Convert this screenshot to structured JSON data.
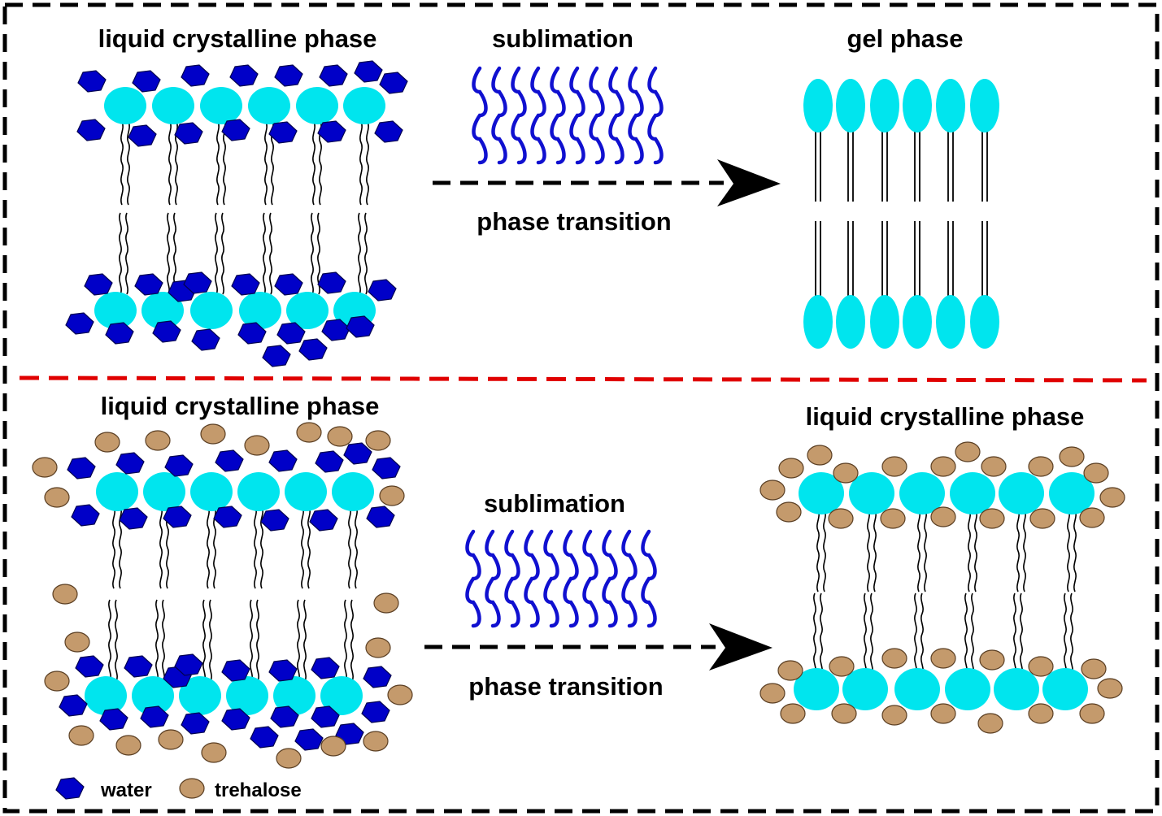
{
  "top": {
    "left_label": "liquid crystalline phase",
    "sublimation_label": "sublimation",
    "transition_label": "phase transition",
    "right_label": "gel phase"
  },
  "bottom": {
    "left_label": "liquid crystalline phase",
    "sublimation_label": "sublimation",
    "transition_label": "phase transition",
    "right_label": "liquid crystalline phase"
  },
  "legend": {
    "water_label": "water",
    "trehalose_label": "trehalose"
  },
  "colors": {
    "lipid_head": "#00e5ee",
    "water": "#0000c8",
    "trehalose": "#c49a6c",
    "vapor": "#1010d0",
    "divider": "#e00000",
    "frame": "#000000"
  }
}
